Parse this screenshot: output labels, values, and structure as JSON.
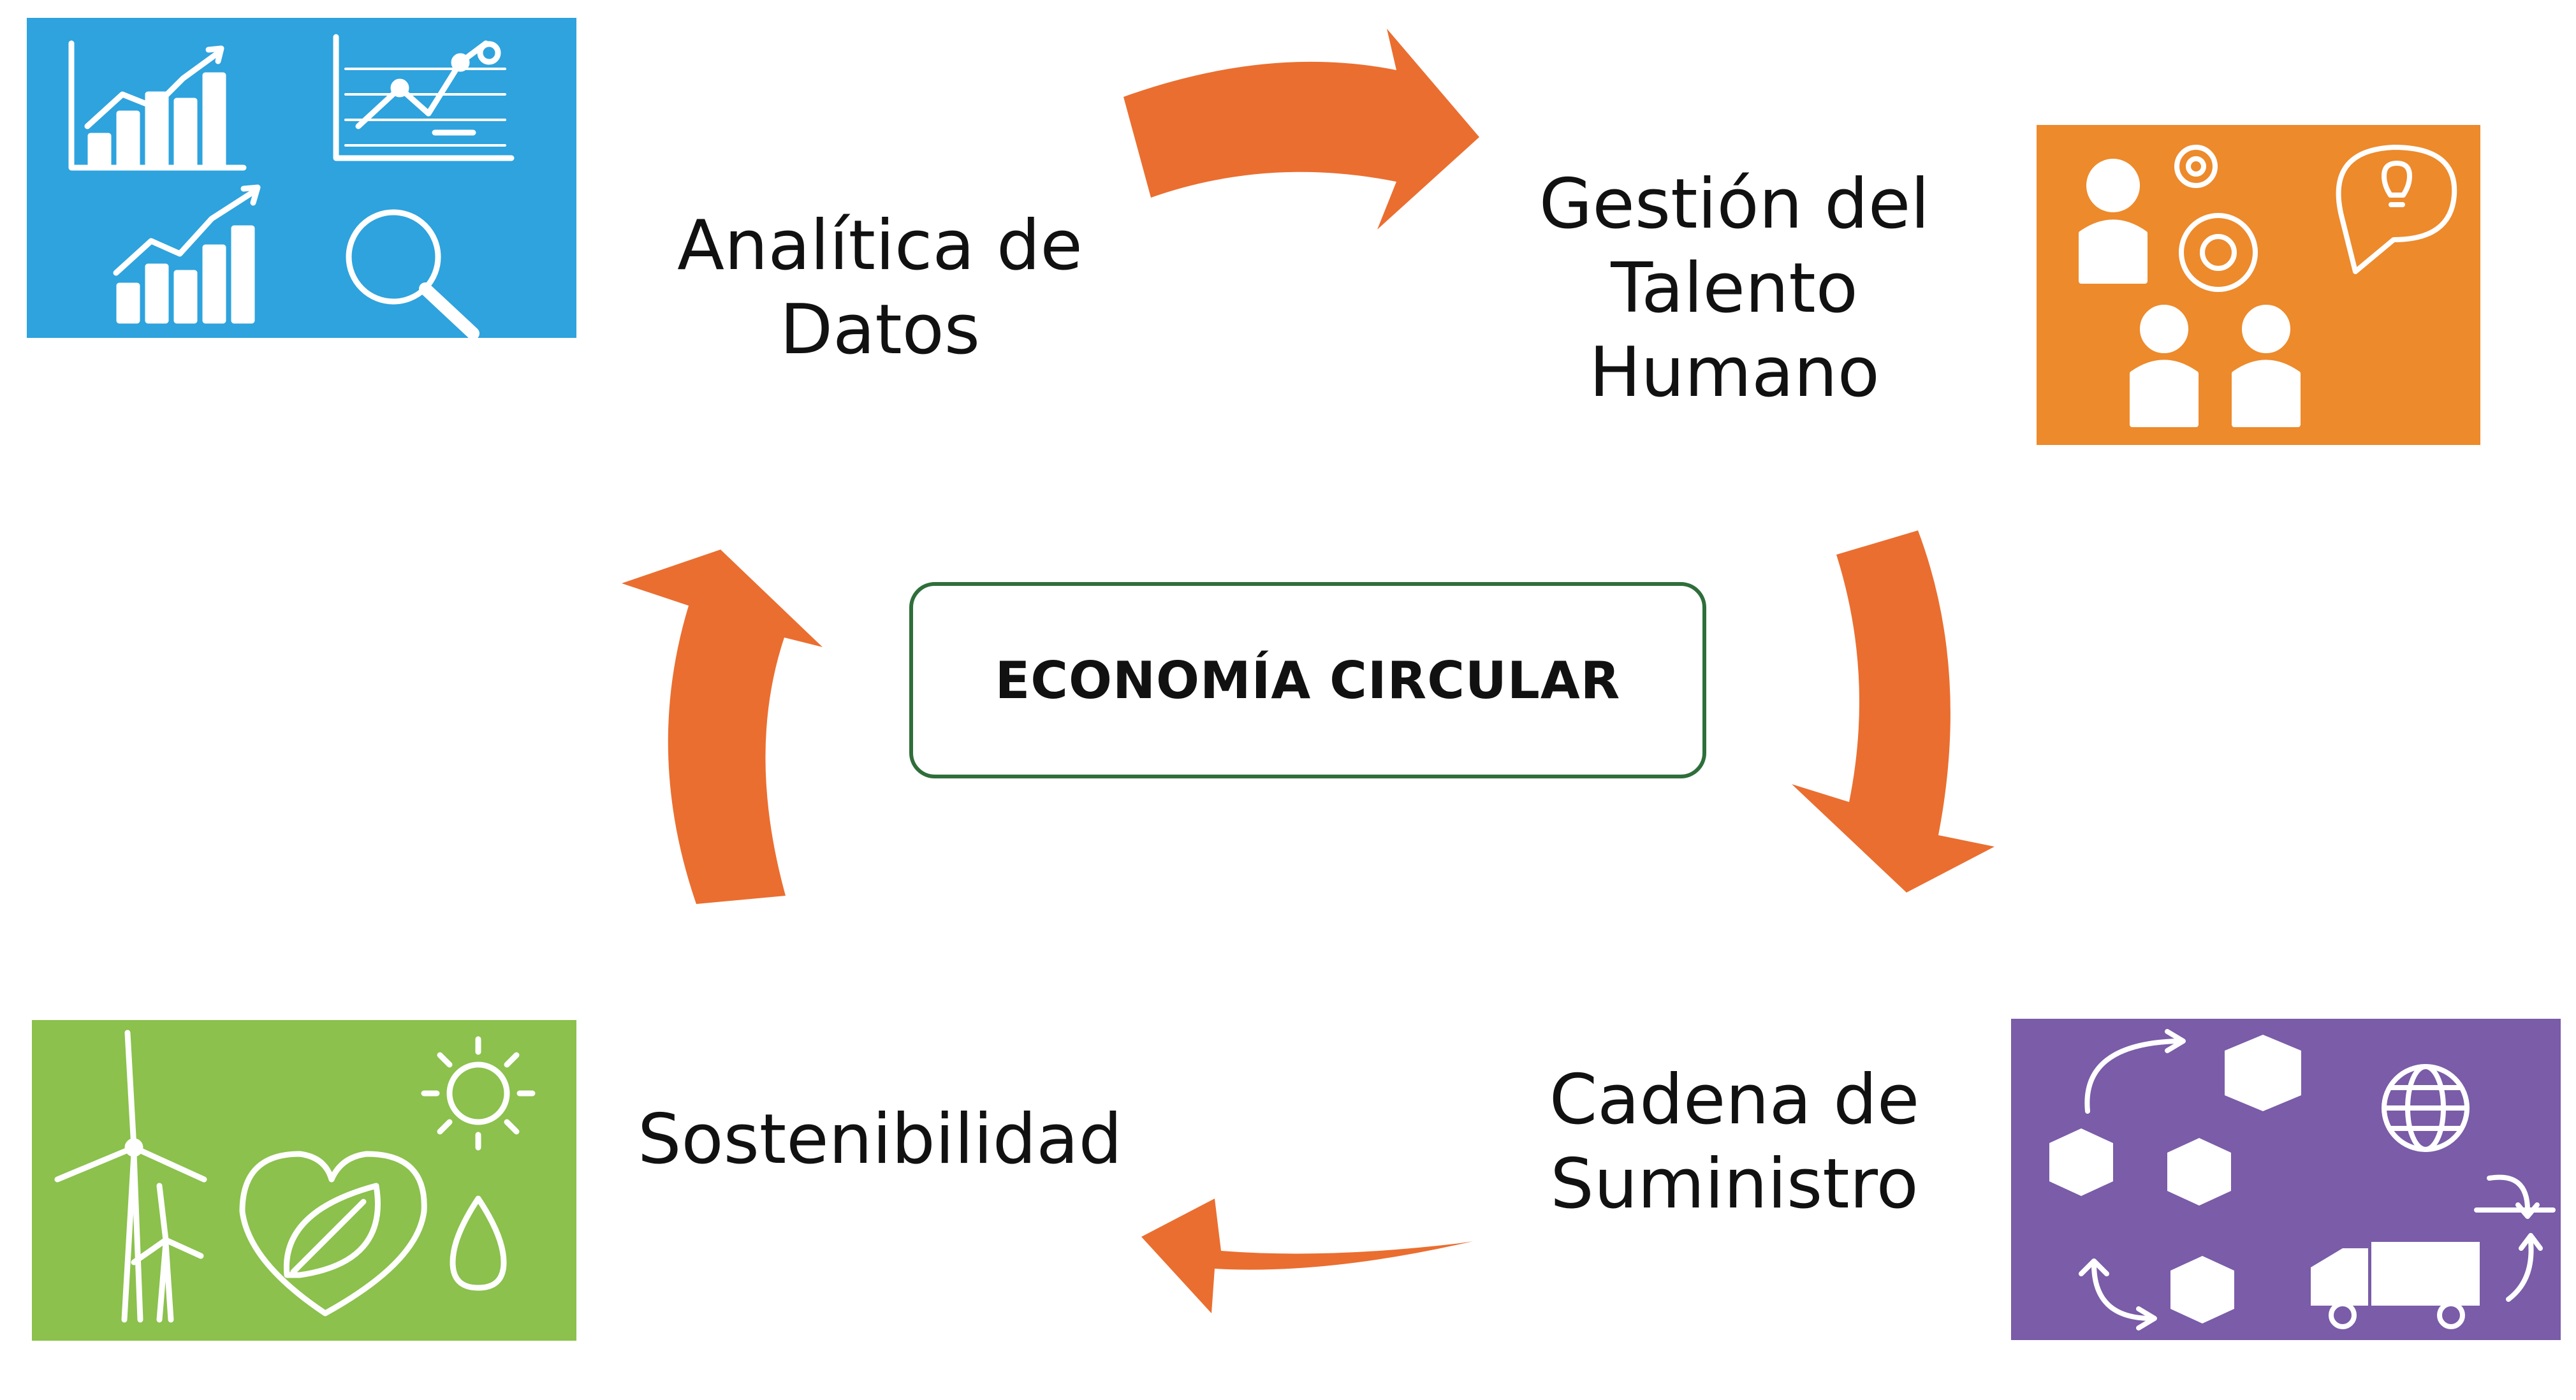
{
  "colors": {
    "arrow": "#ea6e30",
    "analytics_tile": "#2ea3dd",
    "talent_tile": "#ed8a2b",
    "supply_tile": "#7a5ca8",
    "sustainability_tile": "#8bc14c",
    "center_border": "#2f6e3a"
  },
  "center": {
    "label": "ECONOMÍA CIRCULAR"
  },
  "nodes": {
    "analytics": {
      "lines": [
        "Analítica de",
        "Datos"
      ],
      "icon": "charts-and-magnifier-icon"
    },
    "talent": {
      "lines": [
        "Gestión del",
        "Talento",
        "Humano"
      ],
      "icon": "people-gears-idea-icon"
    },
    "supply": {
      "lines": [
        "Cadena de",
        "Suministro"
      ],
      "icon": "boxes-globe-truck-icon"
    },
    "sustainability": {
      "lines": [
        "Sostenibilidad"
      ],
      "icon": "wind-heart-sun-drop-icon"
    }
  }
}
